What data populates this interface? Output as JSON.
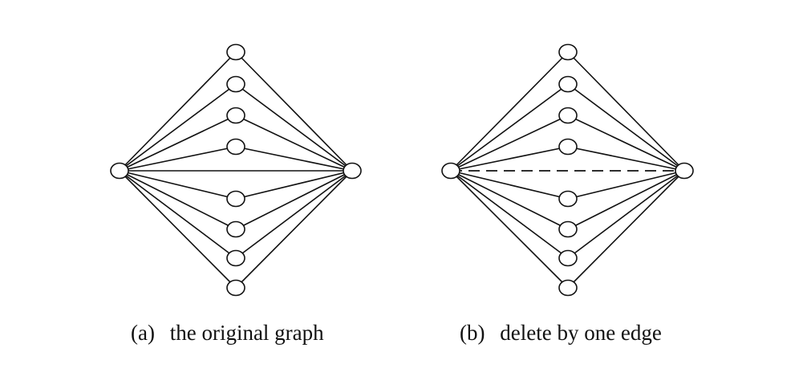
{
  "panels": [
    {
      "label": "(a)",
      "caption": "the original graph",
      "middle_nodes": 8,
      "direct_edge": "solid"
    },
    {
      "label": "(b)",
      "caption": "delete by one edge",
      "middle_nodes": 8,
      "direct_edge": "dashed"
    }
  ],
  "colors": {
    "stroke": "#111111",
    "node_fill": "#ffffff"
  }
}
